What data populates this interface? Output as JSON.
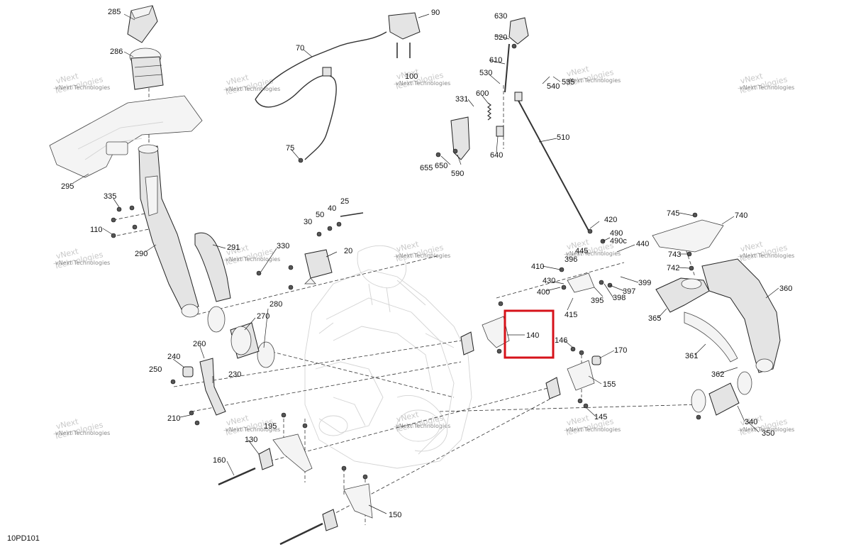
{
  "diagram": {
    "code": "10PD101",
    "highlight_label": "140",
    "watermark": {
      "line1": "vNext",
      "line2": "Technologies",
      "small": "vNext Technologies"
    },
    "labels": {
      "l285": "285",
      "l286": "286",
      "l295": "295",
      "l335": "335",
      "l110": "110",
      "l290": "290",
      "l291": "291",
      "l330": "330",
      "l30": "30",
      "l50": "50",
      "l40": "40",
      "l25": "25",
      "l20": "20",
      "l280": "280",
      "l270": "270",
      "l260": "260",
      "l240": "240",
      "l250": "250",
      "l230": "230",
      "l210": "210",
      "l195": "195",
      "l130": "130",
      "l160": "160",
      "l150": "150",
      "l70": "70",
      "l90": "90",
      "l100": "100",
      "l75": "75",
      "l630": "630",
      "l520": "520",
      "l610": "610",
      "l530": "530",
      "l540": "540",
      "l535": "535",
      "l331": "331",
      "l600": "600",
      "l510": "510",
      "l655": "655",
      "l650": "650",
      "l590": "590",
      "l640": "640",
      "l745": "745",
      "l740": "740",
      "l420": "420",
      "l490": "490",
      "l490c": "490c",
      "l440": "440",
      "l445": "445",
      "l396": "396",
      "l410": "410",
      "l430": "430",
      "l400": "400",
      "l415": "415",
      "l395": "395",
      "l397": "397",
      "l398": "398",
      "l399": "399",
      "l743": "743",
      "l742": "742",
      "l360": "360",
      "l365": "365",
      "l361": "361",
      "l362": "362",
      "l340": "340",
      "l350": "350",
      "l140": "140",
      "l146": "146",
      "l170": "170",
      "l155": "155",
      "l145": "145"
    }
  }
}
